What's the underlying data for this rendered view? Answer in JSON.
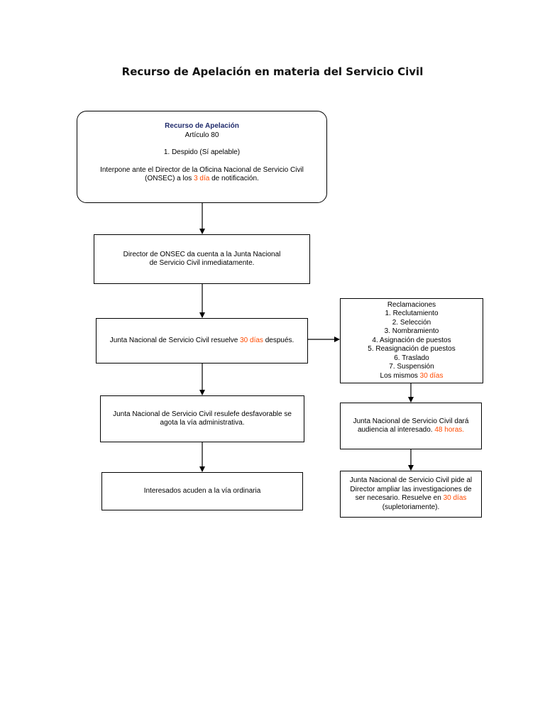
{
  "title": "Recurso de Apelación en materia del Servicio Civil",
  "colors": {
    "highlight": "#ff4a00",
    "heading": "#1f2a6b"
  },
  "boxes": {
    "recurso": {
      "heading": "Recurso de Apelación",
      "articulo": "Artículo 80",
      "despido": "1. Despido (Sí apelable)",
      "interpone_1": "Interpone ante el Director de la Oficina Nacional de Servicio Civil",
      "interpone_2a": "(ONSEC) a los ",
      "interpone_2b": "3 día",
      "interpone_2c": " de notificación."
    },
    "director": {
      "line1": "Director de ONSEC da cuenta a la Junta Nacional",
      "line2": "de Servicio Civil inmediatamente."
    },
    "junta_resuelve": {
      "text_a": "Junta Nacional de Servicio Civil resuelve ",
      "text_b": "30 días",
      "text_c": " después."
    },
    "desfavorable": {
      "line1": "Junta Nacional de Servicio Civil resulefe desfavorable se",
      "line2": "agota la vía administrativa."
    },
    "ordinaria": {
      "text": "Interesados acuden a la vía ordinaria"
    },
    "reclamaciones": {
      "heading": "Reclamaciones",
      "items": [
        "1. Reclutamiento",
        "2. Selección",
        "3. Nombramiento",
        "4. Asignación de puestos",
        "5. Reasignación de puestos",
        "6. Traslado",
        "7. Suspensión"
      ],
      "footer_a": "Los mismos ",
      "footer_b": "30 días"
    },
    "audiencia": {
      "line1": "Junta Nacional de Servicio Civil dará",
      "line2a": "audiencia al interesado. ",
      "line2b": "48 horas."
    },
    "investigaciones": {
      "line1": "Junta Nacional de Servicio Civil pide al",
      "line2": "Director ampliar las investigaciones de",
      "line3a": "ser necesario. Resuelve en ",
      "line3b": "30 días",
      "line4": "(supletoriamente)."
    }
  }
}
